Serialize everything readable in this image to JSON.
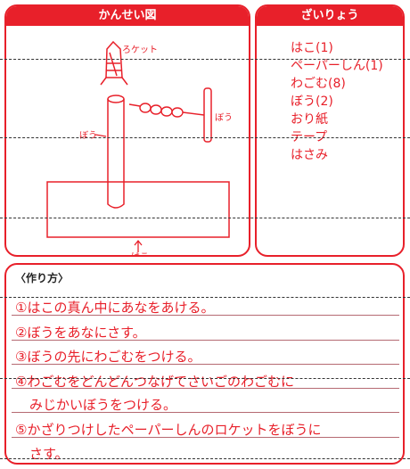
{
  "diagram": {
    "heading": "かんせい図",
    "labels": {
      "rocket": "ろケット",
      "stick_top": "ぼう",
      "stick_side": "ぼう",
      "box": "はこ"
    }
  },
  "materials": {
    "heading": "ざいりょう",
    "items": [
      "はこ(1)",
      "ペーパーしん(1)",
      "わごむ(8)",
      "ぼう(2)",
      "おり紙",
      "テープ",
      "はさみ"
    ]
  },
  "steps": {
    "heading": "〈作り方〉",
    "lines": [
      "①はこの真ん中にあなをあける。",
      "②ぼうをあなにさす。",
      "③ぼうの先にわごむをつける。",
      "④わごむをどんどんつなげてさいごのわごむに",
      "みじかいぼうをつける。",
      "⑤かざりつけしたペーパーしんのロケットをぼうに",
      "さす。"
    ]
  },
  "colors": {
    "accent": "#e8202a",
    "rule": "#b56a72"
  }
}
